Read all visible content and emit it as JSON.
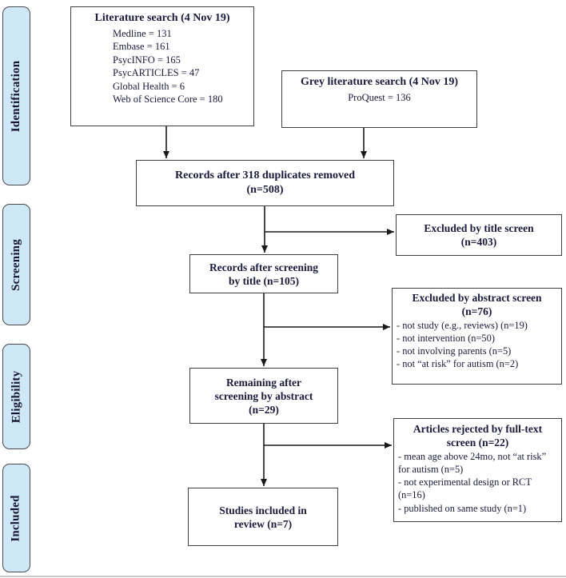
{
  "figure": {
    "type": "prisma-flow-diagram"
  },
  "colors": {
    "stage_fill": "#cfe8f8",
    "stage_border": "#4a4a4a",
    "box_border": "#3f3f3f",
    "text": "#1a1a3c",
    "arrow": "#1a1a1a"
  },
  "sidebar": {
    "stages": [
      {
        "label": "Identification"
      },
      {
        "label": "Screening"
      },
      {
        "label": "Eligibility"
      },
      {
        "label": "Included"
      }
    ]
  },
  "boxes": {
    "literature_search": {
      "title": "Literature search (4 Nov 19)",
      "items": [
        "Medline = 131",
        "Embase = 161",
        "PsycINFO = 165",
        "PsycARTICLES = 47",
        "Global Health = 6",
        "Web of Science Core = 180"
      ]
    },
    "grey_literature": {
      "title": "Grey literature search (4 Nov 19)",
      "items": [
        "ProQuest = 136"
      ]
    },
    "duplicates_removed": {
      "line1": "Records after 318 duplicates removed",
      "line2": "(n=508)"
    },
    "excluded_title": {
      "line1": "Excluded by title screen",
      "line2": "(n=403)"
    },
    "screened_title": {
      "line1": "Records after screening",
      "line2": "by title (n=105)"
    },
    "excluded_abstract": {
      "title_line1": "Excluded by abstract screen",
      "title_line2": "(n=76)",
      "items": [
        "- not study (e.g., reviews) (n=19)",
        "- not intervention (n=50)",
        "- not involving parents (n=5)",
        "- not “at risk” for autism (n=2)"
      ]
    },
    "remaining_abstract": {
      "line1": "Remaining after",
      "line2": "screening by abstract",
      "line3": "(n=29)"
    },
    "rejected_fulltext": {
      "title_line1": "Articles rejected by full-text",
      "title_line2": "screen (n=22)",
      "items": [
        "- mean age above 24mo, not “at risk” for autism (n=5)",
        "- not experimental design or RCT (n=16)",
        "- published on same study (n=1)"
      ]
    },
    "studies_included": {
      "line1": "Studies included in",
      "line2": "review (n=7)"
    }
  }
}
